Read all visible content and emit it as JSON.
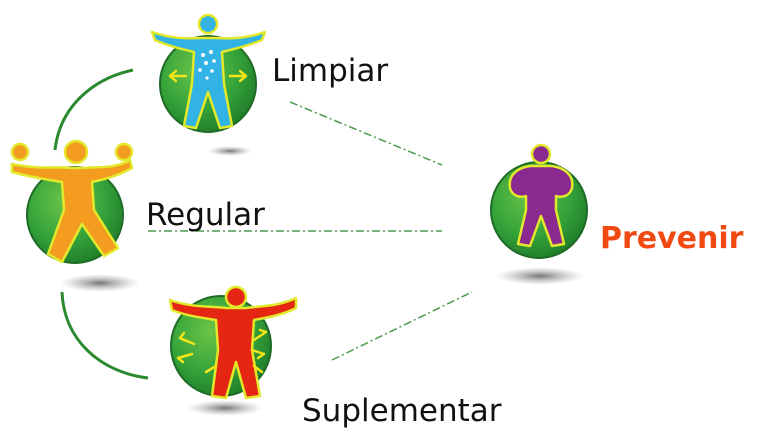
{
  "nodes": [
    {
      "id": "limpiar",
      "label": "Limpiar",
      "figure_color": "#31b3e6",
      "icon": "cleansing-figure-icon"
    },
    {
      "id": "regular",
      "label": "Regular",
      "figure_color": "#f39c1f",
      "icon": "balancing-figure-icon"
    },
    {
      "id": "suplementar",
      "label": "Suplementar",
      "figure_color": "#e52613",
      "icon": "nourishing-figure-icon"
    },
    {
      "id": "prevenir",
      "label": "Prevenir",
      "figure_color": "#8a2a8f",
      "icon": "protected-figure-icon"
    }
  ],
  "colors": {
    "circle_green": "#2e9e36",
    "circle_outline": "#1e6b25",
    "figure_outline": "#e3e82b",
    "arc": "#2b8a30",
    "connector": "#4d9a4d",
    "accent_label": "#f04a12"
  }
}
